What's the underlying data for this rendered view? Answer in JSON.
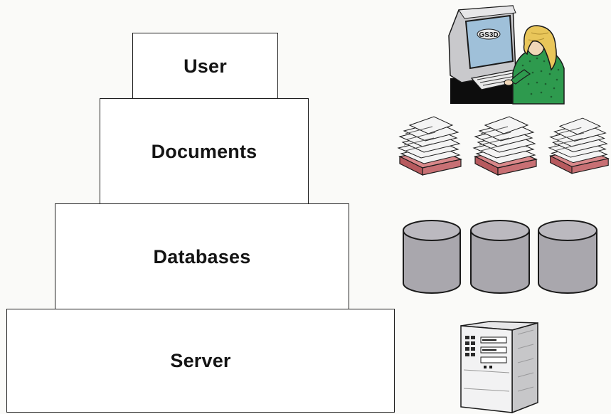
{
  "layers": [
    {
      "id": "user",
      "label": "User"
    },
    {
      "id": "documents",
      "label": "Documents"
    },
    {
      "id": "databases",
      "label": "Databases"
    },
    {
      "id": "server",
      "label": "Server"
    }
  ],
  "icons": {
    "user": {
      "name": "computer-user-icon",
      "screen_text": "GS3D"
    },
    "documents": {
      "name": "paper-stack-icon",
      "count": 3
    },
    "databases": {
      "name": "database-cylinder-icon",
      "count": 3
    },
    "server": {
      "name": "server-tower-icon"
    }
  },
  "colors": {
    "box_border": "#1e1e1e",
    "box_fill": "#ffffff",
    "text": "#141414",
    "database_fill": "#a9a7ad",
    "paper_base": "#d9888a",
    "monitor": "#9fc0d9",
    "shirt": "#2e9a4e",
    "hair": "#e9c65a"
  }
}
